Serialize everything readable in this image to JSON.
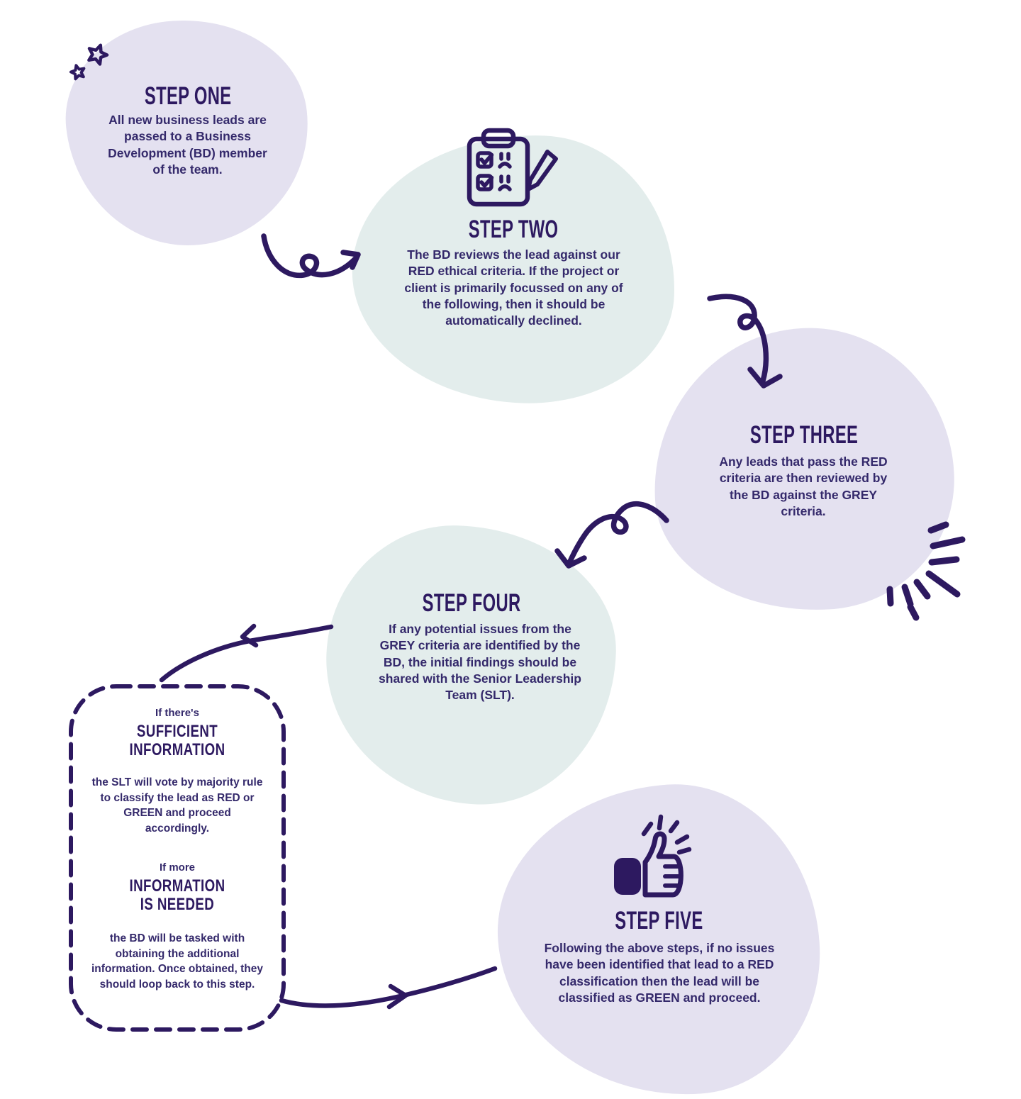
{
  "palette": {
    "ink": "#2d1960",
    "text": "#34296b",
    "lavender": "#e4e1f0",
    "teal": "#e3edec",
    "background": "#ffffff"
  },
  "steps": [
    {
      "title": "STEP ONE",
      "body": "All new business leads are passed to a Business Development (BD) member of the team."
    },
    {
      "title": "STEP TWO",
      "icon": "checklist-pencil-icon",
      "body": "The BD reviews the lead against our RED ethical criteria. If the project or client is primarily focussed on any of the following, then it should be automatically declined."
    },
    {
      "title": "STEP THREE",
      "body": "Any leads that pass the RED criteria are then reviewed by the BD against the GREY criteria."
    },
    {
      "title": "STEP FOUR",
      "body": "If any potential issues from the GREY criteria are identified by the BD, the initial findings should be shared with the Senior Leadership Team (SLT)."
    },
    {
      "title": "STEP FIVE",
      "icon": "thumbs-up-icon",
      "body": "Following the above steps, if no issues have been identified that lead to a RED classification then the lead will be classified as GREEN and proceed."
    }
  ],
  "decision_box": {
    "sufficient": {
      "intro": "If there's",
      "heading": "SUFFICIENT INFORMATION",
      "body": "the SLT will vote by majority rule to classify the lead as RED or GREEN and proceed accordingly."
    },
    "more_info": {
      "intro": "If more",
      "heading": "INFORMATION IS NEEDED",
      "body": "the BD will be tasked with obtaining the additional information. Once obtained, they should loop back to this step."
    }
  },
  "icons": {
    "step_two": "checklist-pencil-icon",
    "step_five": "thumbs-up-icon",
    "top_left": "sparkle-stars-icon",
    "step_three_edge": "burst-lines-icon"
  }
}
